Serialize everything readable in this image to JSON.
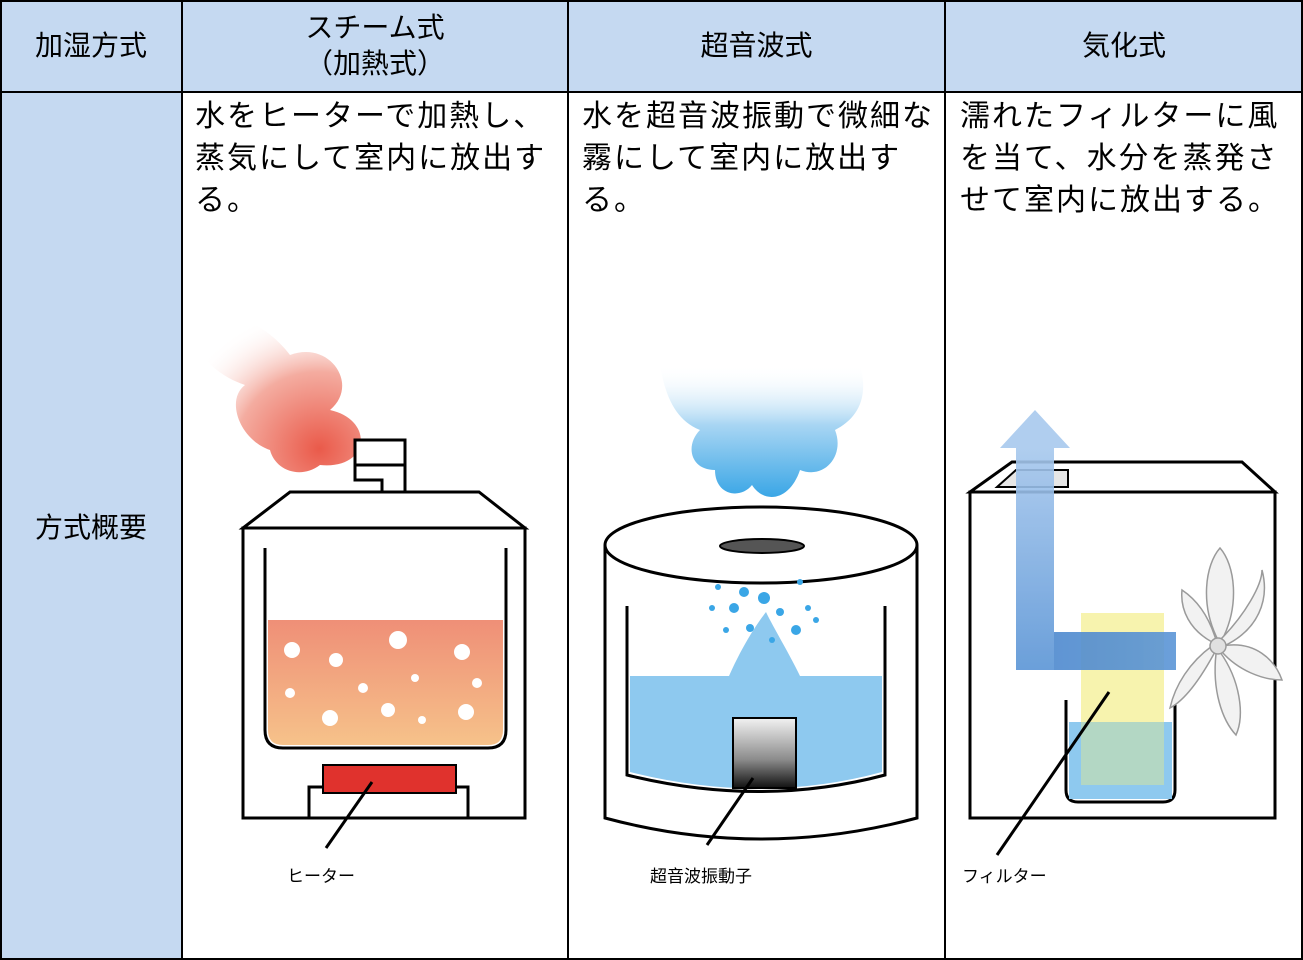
{
  "header": {
    "col0": "加湿方式",
    "col1_line1": "スチーム式",
    "col1_line2": "（加熱式）",
    "col2": "超音波式",
    "col3": "気化式"
  },
  "row": {
    "label": "方式概要",
    "steam": {
      "lines": [
        "水をヒーターで加熱し、",
        "蒸気にして室内に放出す",
        "る。"
      ],
      "part_label": "ヒーター"
    },
    "ultrasonic": {
      "lines": [
        "水を超音波振動で微細な",
        "霧にして室内に放出す",
        "る。"
      ],
      "part_label": "超音波振動子"
    },
    "evaporative": {
      "lines": [
        "濡れたフィルターに風",
        "を当て、水分を蒸発さ",
        "せて室内に放出する。"
      ],
      "part_label": "フィルター"
    }
  },
  "colors": {
    "header_bg": "#c5d9f1",
    "grid": "#000000",
    "heater": "#e0322d",
    "hot_water_top": "#ef8f77",
    "hot_water_bottom": "#f6c28a",
    "cool_water": "#8ec9ef",
    "mist": "#3aa6e6",
    "filter": "#f6f1a0",
    "airflow": "#5b95d6"
  }
}
